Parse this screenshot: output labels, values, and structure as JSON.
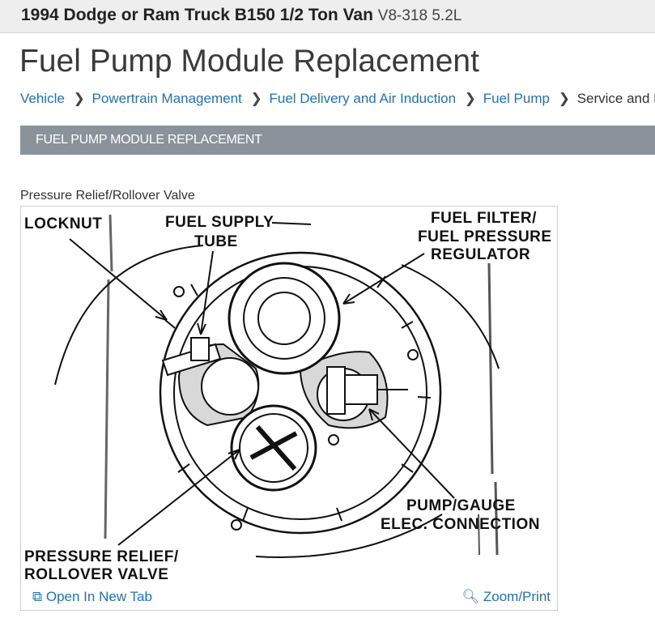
{
  "header": {
    "vehicle": "1994 Dodge or Ram Truck B150 1/2 Ton Van",
    "engine": "V8-318 5.2L"
  },
  "page": {
    "title": "Fuel Pump Module Replacement"
  },
  "breadcrumb": {
    "items": [
      "Vehicle",
      "Powertrain Management",
      "Fuel Delivery and Air Induction",
      "Fuel Pump",
      "Service and Rep"
    ]
  },
  "section": {
    "title": "FUEL PUMP MODULE REPLACEMENT"
  },
  "figure": {
    "caption": "Pressure Relief/Rollover Valve",
    "labels": {
      "locknut": "LOCKNUT",
      "fuel_supply_1": "FUEL SUPPLY",
      "fuel_supply_2": "TUBE",
      "filter_1": "FUEL FILTER/",
      "filter_2": "FUEL PRESSURE",
      "filter_3": "REGULATOR",
      "pump_1": "PUMP/GAUGE",
      "pump_2": "ELEC. CONNECTION",
      "relief_1": "PRESSURE RELIEF/",
      "relief_2": "ROLLOVER VALVE"
    },
    "open_tab": "Open In New Tab",
    "zoom": "Zoom/Print"
  }
}
